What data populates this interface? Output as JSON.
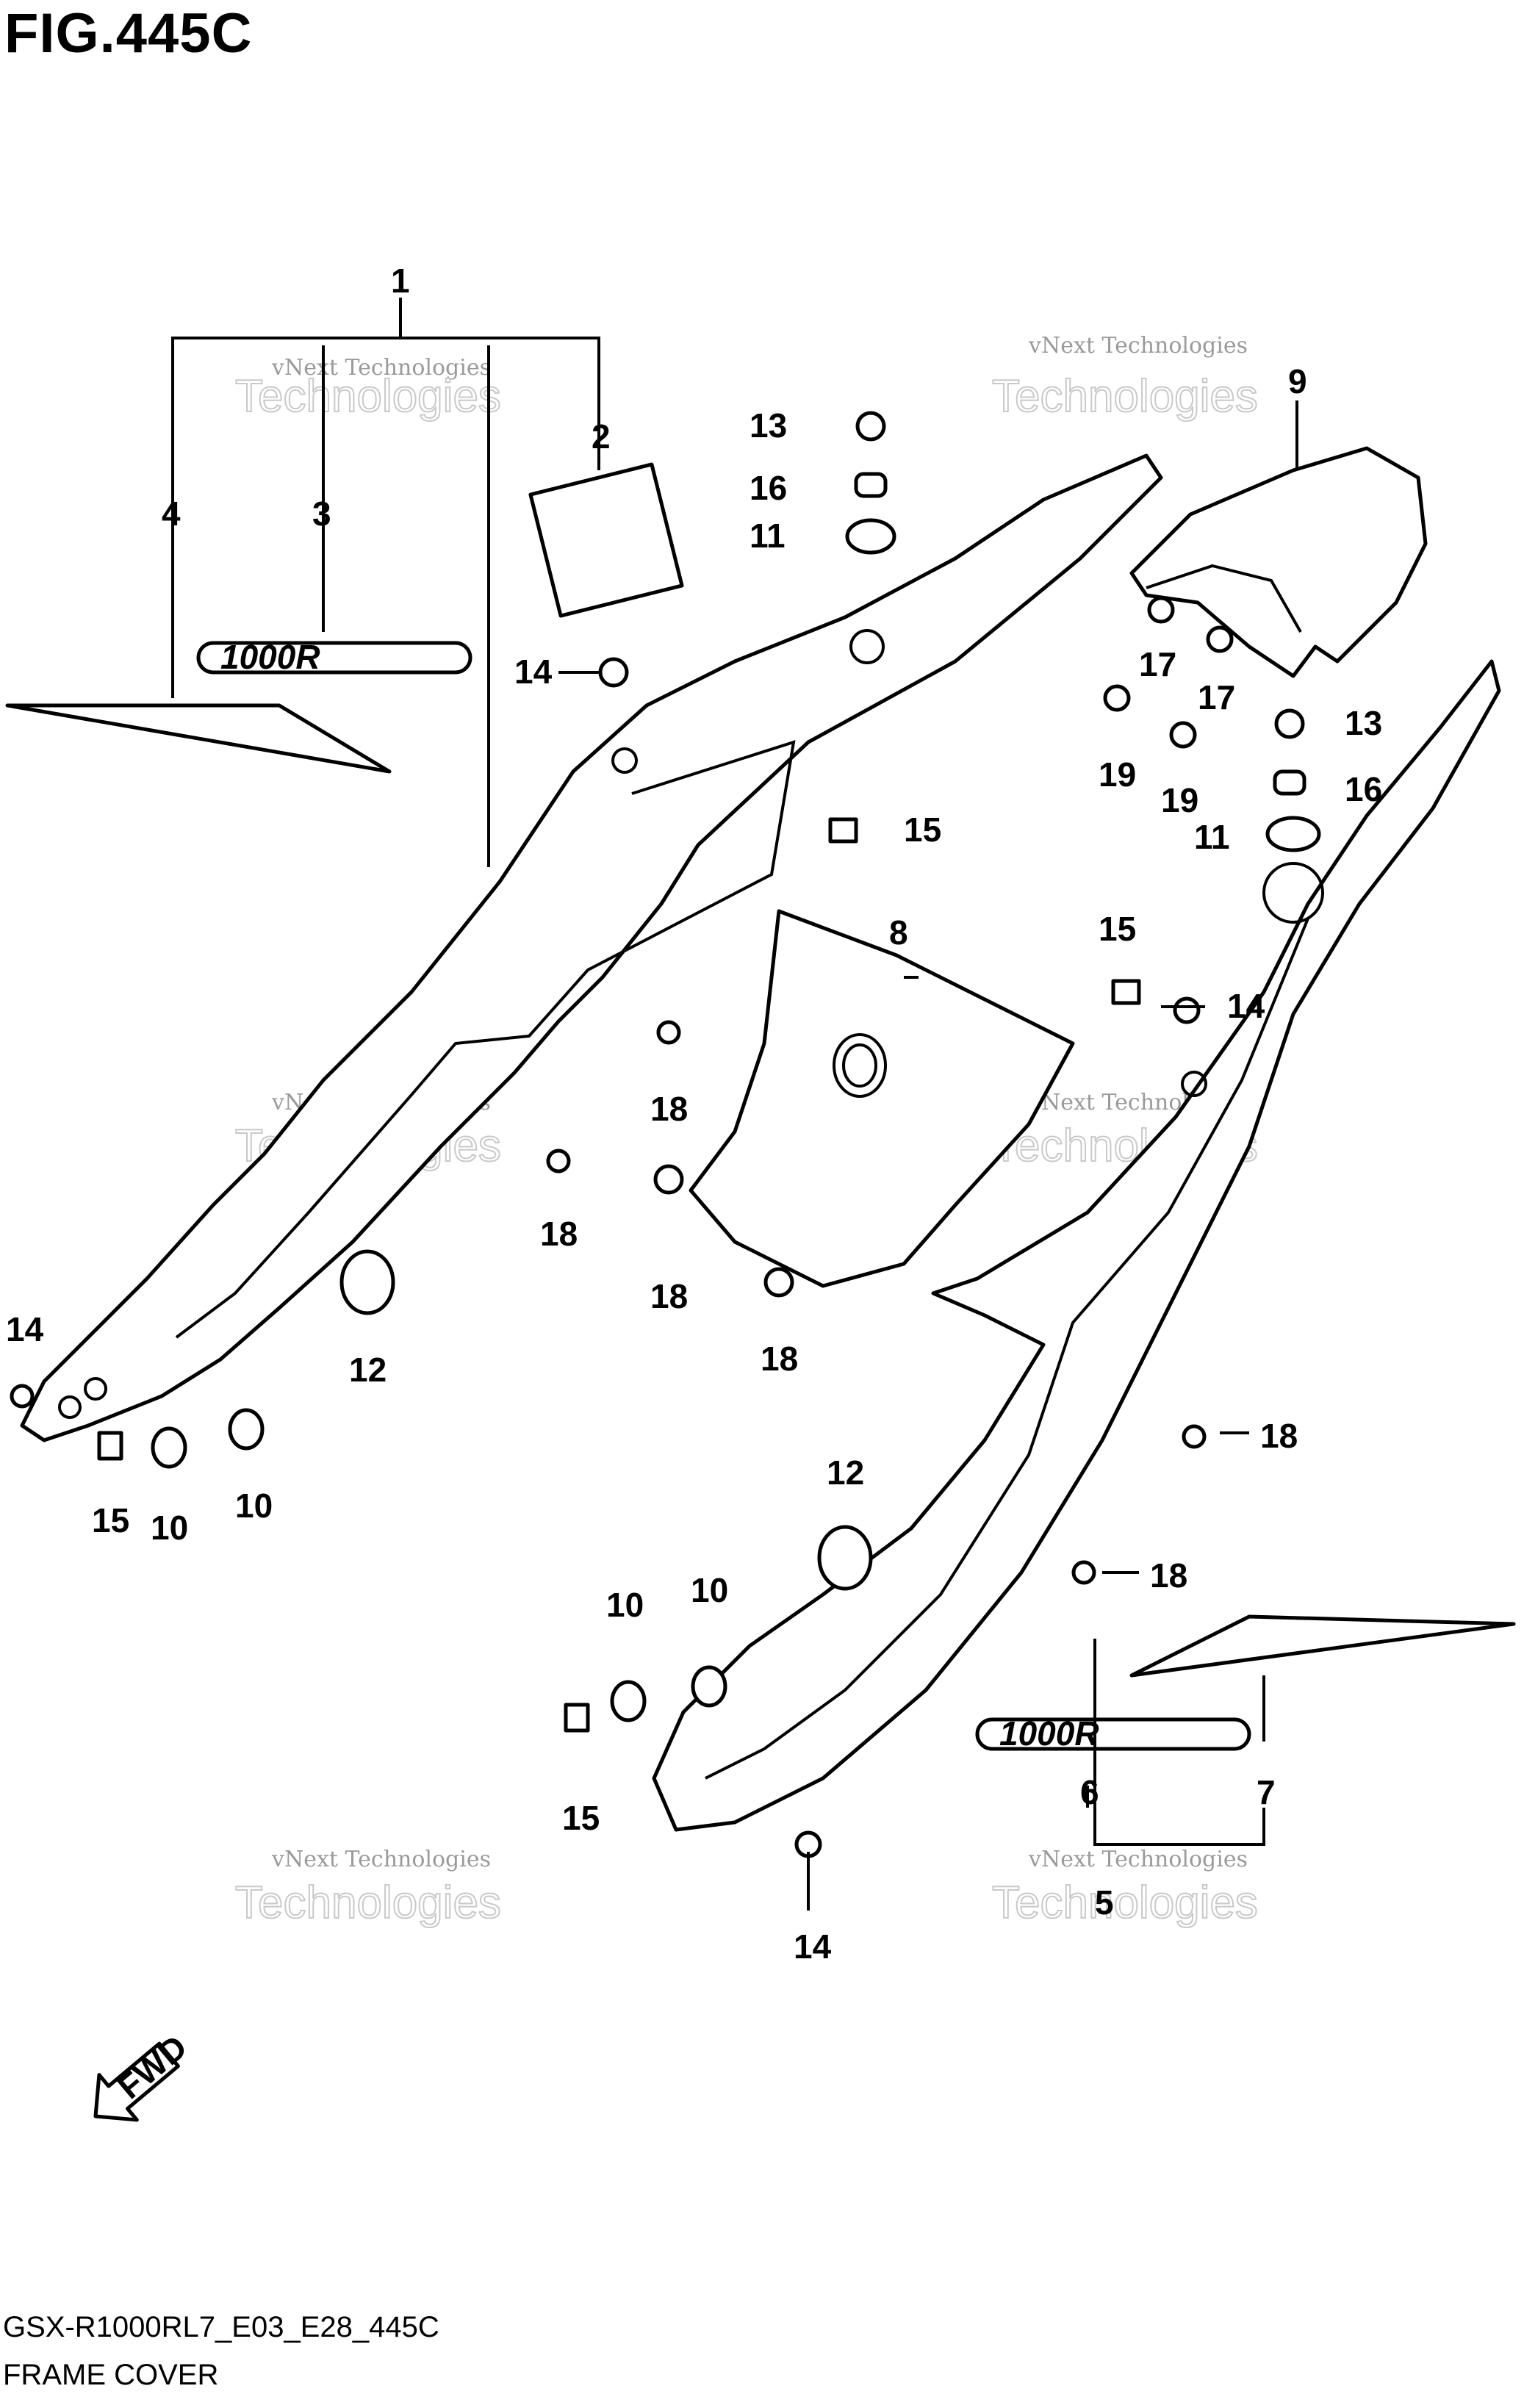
{
  "figure": {
    "title": "FIG.445C",
    "model_code": "GSX-R1000RL7_E03_E28_445C",
    "name": "FRAME COVER"
  },
  "watermark": {
    "line1": "vNext Technologies",
    "line2": "vNext",
    "line3": "Technologies"
  },
  "decal_text": "1000R",
  "fwd_label": "FWD",
  "callouts": [
    "1",
    "2",
    "3",
    "4",
    "5",
    "6",
    "7",
    "8",
    "9",
    "10",
    "11",
    "12",
    "13",
    "14",
    "15",
    "16",
    "17",
    "18",
    "19"
  ]
}
